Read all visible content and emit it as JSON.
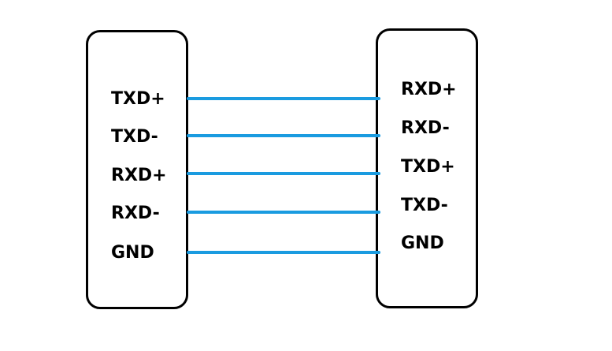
{
  "connector_left": {
    "pins": [
      "TXD+",
      "TXD-",
      "RXD+",
      "RXD-",
      "GND"
    ]
  },
  "connector_right": {
    "pins": [
      "RXD+",
      "RXD-",
      "TXD+",
      "TXD-",
      "GND"
    ]
  },
  "wires": [
    {
      "from": "TXD+",
      "to": "RXD+"
    },
    {
      "from": "TXD-",
      "to": "RXD-"
    },
    {
      "from": "RXD+",
      "to": "TXD+"
    },
    {
      "from": "RXD-",
      "to": "TXD-"
    },
    {
      "from": "GND",
      "to": "GND"
    }
  ],
  "colors": {
    "wire": "#1a9be0",
    "outline": "#000000",
    "text": "#000000"
  }
}
